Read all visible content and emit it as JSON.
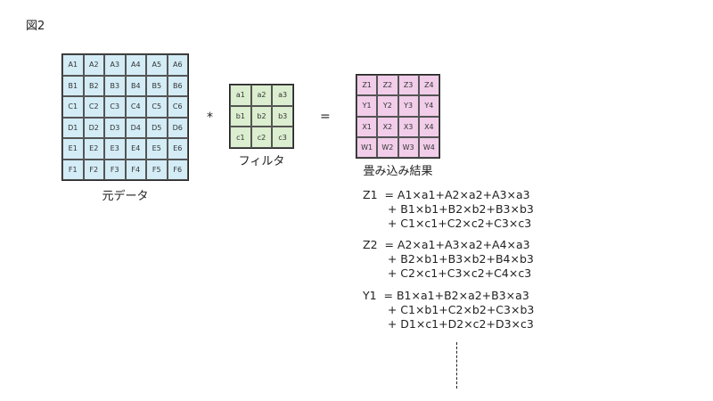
{
  "figure_label": "図2",
  "source": {
    "caption": "元データ",
    "cells": [
      [
        "A1",
        "A2",
        "A3",
        "A4",
        "A5",
        "A6"
      ],
      [
        "B1",
        "B2",
        "B3",
        "B4",
        "B5",
        "B6"
      ],
      [
        "C1",
        "C2",
        "C3",
        "C4",
        "C5",
        "C6"
      ],
      [
        "D1",
        "D2",
        "D3",
        "D4",
        "D5",
        "D6"
      ],
      [
        "E1",
        "E2",
        "E3",
        "E4",
        "E5",
        "E6"
      ],
      [
        "F1",
        "F2",
        "F3",
        "F4",
        "F5",
        "F6"
      ]
    ],
    "color": "#d3ecf6"
  },
  "operator_convolve": "*",
  "filter": {
    "caption": "フィルタ",
    "cells": [
      [
        "a1",
        "a2",
        "a3"
      ],
      [
        "b1",
        "b2",
        "b3"
      ],
      [
        "c1",
        "c2",
        "c3"
      ]
    ],
    "color": "#dbeecf"
  },
  "operator_equals": "=",
  "result": {
    "caption": "畳み込み結果",
    "cells": [
      [
        "Z1",
        "Z2",
        "Z3",
        "Z4"
      ],
      [
        "Y1",
        "Y2",
        "Y3",
        "Y4"
      ],
      [
        "X1",
        "X2",
        "X3",
        "X4"
      ],
      [
        "W1",
        "W2",
        "W3",
        "W4"
      ]
    ],
    "color": "#f1cde9"
  },
  "formulas": [
    {
      "lines": [
        "Z1  = A1×a1+A2×a2+A3×a3",
        "       + B1×b1+B2×b2+B3×b3",
        "       + C1×c1+C2×c2+C3×c3"
      ]
    },
    {
      "lines": [
        "Z2  = A2×a1+A3×a2+A4×a3",
        "       + B2×b1+B3×b2+B4×b3",
        "       + C2×c1+C3×c2+C4×c3"
      ]
    },
    {
      "lines": [
        "Y1  = B1×a1+B2×a2+B3×a3",
        "       + C1×b1+C2×b2+C3×b3",
        "       + D1×c1+D2×c2+D3×c3"
      ]
    }
  ]
}
